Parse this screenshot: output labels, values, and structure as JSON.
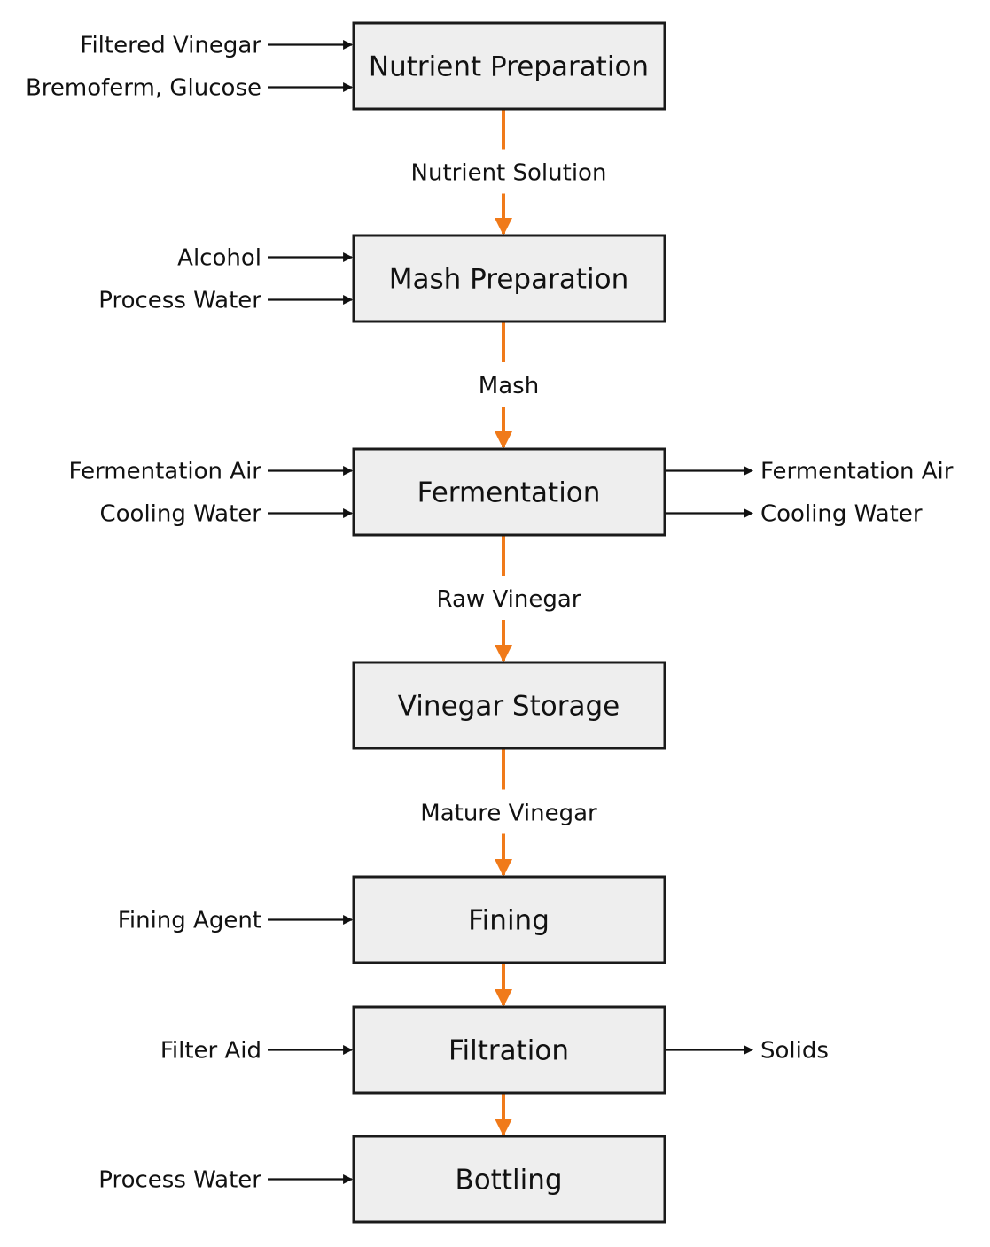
{
  "colors": {
    "flow": "#f07a1a",
    "box_fill": "#eeeeee",
    "box_stroke": "#1a1a1a",
    "line": "#111111"
  },
  "steps": [
    {
      "label": "Nutrient Preparation",
      "inputs": [
        "Filtered Vinegar",
        "Bremoferm, Glucose"
      ],
      "outputs": []
    },
    {
      "label": "Mash Preparation",
      "inputs": [
        "Alcohol",
        "Process Water"
      ],
      "outputs": []
    },
    {
      "label": "Fermentation",
      "inputs": [
        "Fermentation Air",
        "Cooling Water"
      ],
      "outputs": [
        "Fermentation Air",
        "Cooling Water"
      ]
    },
    {
      "label": "Vinegar Storage",
      "inputs": [],
      "outputs": []
    },
    {
      "label": "Fining",
      "inputs": [
        "Fining Agent"
      ],
      "outputs": []
    },
    {
      "label": "Filtration",
      "inputs": [
        "Filter Aid"
      ],
      "outputs": [
        "Solids"
      ]
    },
    {
      "label": "Bottling",
      "inputs": [
        "Process Water"
      ],
      "outputs": []
    }
  ],
  "flows": [
    "Nutrient Solution",
    "Mash",
    "Raw Vinegar",
    "Mature Vinegar",
    "",
    ""
  ]
}
